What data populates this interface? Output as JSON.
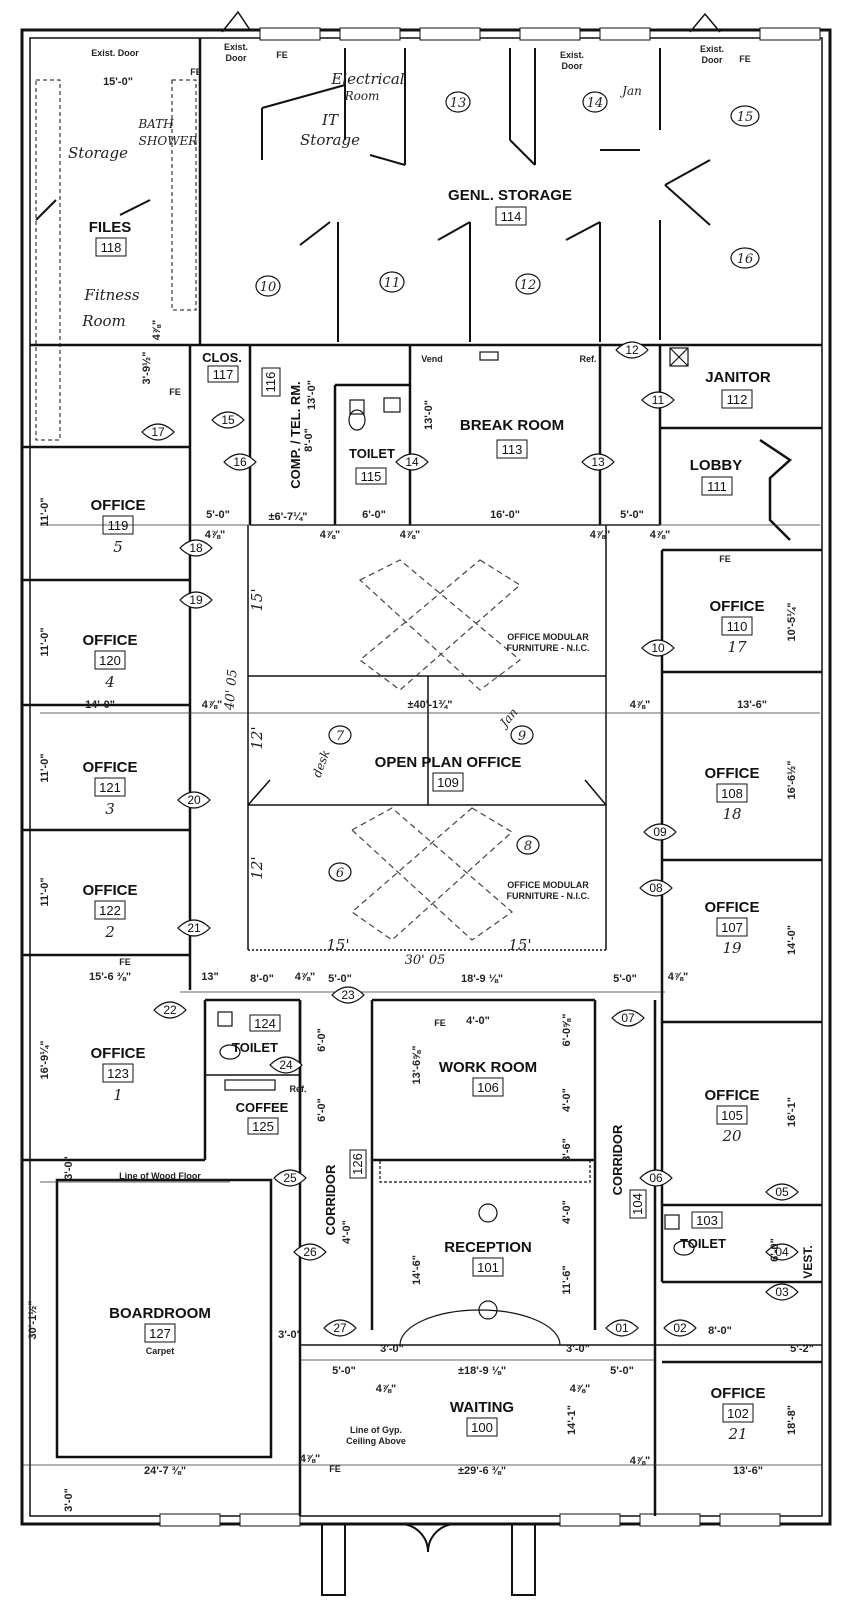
{
  "rooms": [
    {
      "id": "files",
      "name": "FILES",
      "number": "118"
    },
    {
      "id": "genl-storage",
      "name": "GENL. STORAGE",
      "number": "114"
    },
    {
      "id": "clos",
      "name": "CLOS.",
      "number": "117"
    },
    {
      "id": "comp-tel",
      "name": "COMP. / TEL. RM.",
      "number": "116"
    },
    {
      "id": "toilet-115",
      "name": "TOILET",
      "number": "115"
    },
    {
      "id": "break-room",
      "name": "BREAK ROOM",
      "number": "113"
    },
    {
      "id": "janitor",
      "name": "JANITOR",
      "number": "112"
    },
    {
      "id": "lobby",
      "name": "LOBBY",
      "number": "111"
    },
    {
      "id": "office-119",
      "name": "OFFICE",
      "number": "119",
      "note": "5"
    },
    {
      "id": "office-120",
      "name": "OFFICE",
      "number": "120",
      "note": "4"
    },
    {
      "id": "office-121",
      "name": "OFFICE",
      "number": "121",
      "note": "3"
    },
    {
      "id": "office-122",
      "name": "OFFICE",
      "number": "122",
      "note": "2"
    },
    {
      "id": "office-123",
      "name": "OFFICE",
      "number": "123",
      "note": "1"
    },
    {
      "id": "office-110",
      "name": "OFFICE",
      "number": "110",
      "note": "17"
    },
    {
      "id": "office-108",
      "name": "OFFICE",
      "number": "108",
      "note": "18"
    },
    {
      "id": "office-107",
      "name": "OFFICE",
      "number": "107",
      "note": "19"
    },
    {
      "id": "office-105",
      "name": "OFFICE",
      "number": "105",
      "note": "20"
    },
    {
      "id": "office-102",
      "name": "OFFICE",
      "number": "102",
      "note": "21"
    },
    {
      "id": "open-plan",
      "name": "OPEN PLAN OFFICE",
      "number": "109"
    },
    {
      "id": "toilet-124",
      "name": "TOILET",
      "number": "124"
    },
    {
      "id": "coffee",
      "name": "COFFEE",
      "number": "125"
    },
    {
      "id": "work-room",
      "name": "WORK ROOM",
      "number": "106"
    },
    {
      "id": "reception",
      "name": "RECEPTION",
      "number": "101"
    },
    {
      "id": "toilet-103",
      "name": "TOILET",
      "number": "103"
    },
    {
      "id": "boardroom",
      "name": "BOARDROOM",
      "number": "127",
      "note": "Carpet"
    },
    {
      "id": "waiting",
      "name": "WAITING",
      "number": "100"
    }
  ],
  "labels": {
    "corridor_left": "CORRIDOR",
    "corridor_left_no": "126",
    "corridor_right": "CORRIDOR",
    "corridor_right_no": "104",
    "vest": "VEST.",
    "exist_door": "Exist. Door",
    "exist": "Exist.",
    "door_word": "Door",
    "fe": "FE",
    "vend": "Vend",
    "ref": "Ref.",
    "modular_1": "OFFICE MODULAR",
    "modular_2": "FURNITURE - N.I.C.",
    "wood_floor": "Line of Wood Floor",
    "gyp_1": "Line of Gyp.",
    "gyp_2": "Ceiling Above"
  },
  "handwritten": {
    "electrical": "Electrical",
    "electrical_2": "Room",
    "it": "IT",
    "it_storage": "Storage",
    "storage": "Storage",
    "bath": "BATH",
    "shower": "SHOWER",
    "fitness": "Fitness",
    "fitness_2": "Room",
    "spaces": [
      "10",
      "11",
      "12",
      "13",
      "14",
      "15",
      "16"
    ],
    "open_spaces": [
      "6",
      "7",
      "8",
      "9"
    ],
    "forty": "40' 05",
    "thirty": "30' 05",
    "fifteen": "15'",
    "twelve": "12'",
    "desk": "desk",
    "jan": "Jan"
  },
  "doors": [
    "01",
    "02",
    "03",
    "04",
    "05",
    "06",
    "07",
    "08",
    "09",
    "10",
    "11",
    "12",
    "13",
    "14",
    "15",
    "16",
    "17",
    "18",
    "19",
    "20",
    "21",
    "22",
    "23",
    "24",
    "25",
    "26",
    "27"
  ],
  "dimensions": {
    "d15_0": "15'-0\"",
    "d11_0": "11'-0\"",
    "d3_9": "3'-9½\"",
    "d5_0": "5'-0\"",
    "d6_7": "±6'-7¼\"",
    "d6_0": "6'-0\"",
    "d16_0": "16'-0\"",
    "d4_78": "4⅞\"",
    "d14_0": "14'-0\"",
    "d40_1": "±40'-1¾\"",
    "d13_6": "13'-6\"",
    "d15_6": "15'-6 ⅜\"",
    "d13": "13\"",
    "d8_0": "8'-0\"",
    "d18_9": "18'-9 ⅛\"",
    "d16_9": "16'-9¼\"",
    "d30_1": "30'-1½\"",
    "d3_0": "3'-0\"",
    "d24_7": "24'-7 ⅜\"",
    "d29_6": "±29'-6 ⅜\"",
    "d4_0": "4'-0\"",
    "d14_6": "14'-6\"",
    "d18_9b": "±18'-9 ⅛\"",
    "d18_8": "18'-8\"",
    "d14_1": "14'-1\"",
    "d16_1": "16'-1\"",
    "d10_5": "10'-5¼\"",
    "d16_6": "16'-6½\"",
    "d5_2": "5'-2\"",
    "d13_0": "13'-0\"",
    "d8_0b": "8'-0\"",
    "d13_6b": "13'-6⅝\"",
    "d6_0b": "6'-0⅝\"",
    "d11_6": "11'-6\"",
    "d3_6": "3'-6\""
  }
}
